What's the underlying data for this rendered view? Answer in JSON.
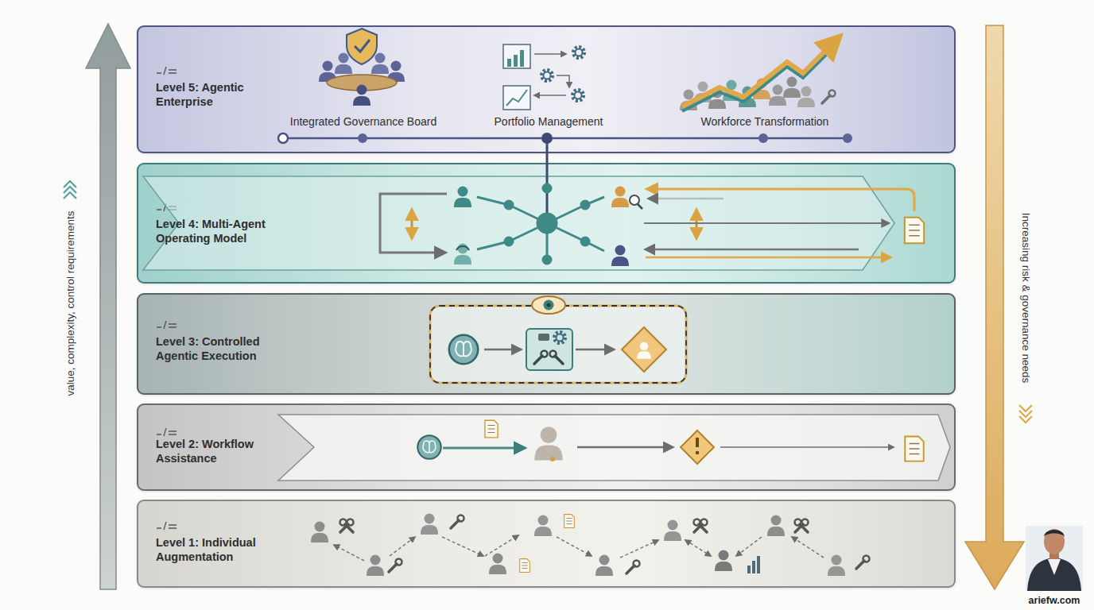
{
  "diagram": {
    "nodes": [
      {
        "text": [
          "Level 5: Agentic Enterprise",
          "Integrated Governance Board",
          "Portfolio Management",
          "Workforce Transformation"
        ]
      },
      {
        "text": [
          "Level 4: Multi-Agent Operating Model"
        ]
      },
      {
        "text": [
          "Level 3: Controlled Agentic Execution"
        ]
      },
      {
        "text": [
          "Level 2: Workflow Assistance"
        ]
      },
      {
        "text": [
          "Level 1: Individual Augmentation"
        ]
      }
    ],
    "edges": [
      {
        "from": 0,
        "to": 1,
        "arrow": "none"
      }
    ],
    "labels": [
      "value, complexity, control requirements",
      "Increasing risk & governance needs",
      "ariefw.com"
    ]
  }
}
